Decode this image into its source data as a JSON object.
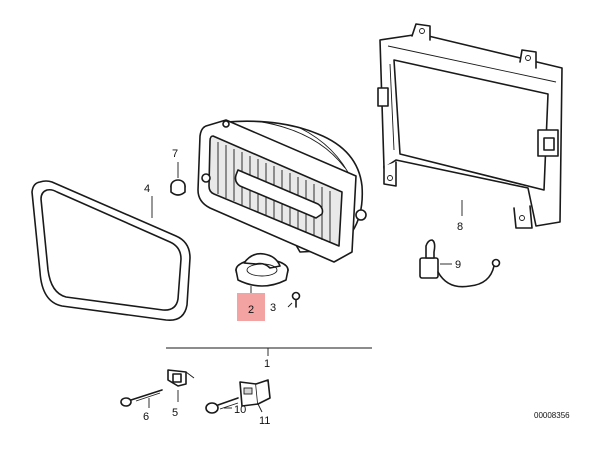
{
  "diagram": {
    "callouts": [
      {
        "key": "c1",
        "text": "1"
      },
      {
        "key": "c2",
        "text": "2",
        "highlight": true
      },
      {
        "key": "c3",
        "text": "3"
      },
      {
        "key": "c4",
        "text": "4"
      },
      {
        "key": "c5",
        "text": "5"
      },
      {
        "key": "c6",
        "text": "6"
      },
      {
        "key": "c7",
        "text": "7"
      },
      {
        "key": "c8",
        "text": "8"
      },
      {
        "key": "c9",
        "text": "9"
      },
      {
        "key": "c10",
        "text": "10"
      },
      {
        "key": "c11",
        "text": "11"
      }
    ],
    "drawing_code": "00008356",
    "highlight_color": "#f4a3a3"
  },
  "parts": {
    "lens_gasket": "4",
    "fog_lamp_housing": "1",
    "lamp_cap": "2",
    "screw_small": "3",
    "cap_7": "7",
    "frame": "8",
    "bulb_with_wire": "9",
    "clip_5": "5",
    "screw_6": "6",
    "screw_10": "10",
    "clip_11": "11"
  }
}
